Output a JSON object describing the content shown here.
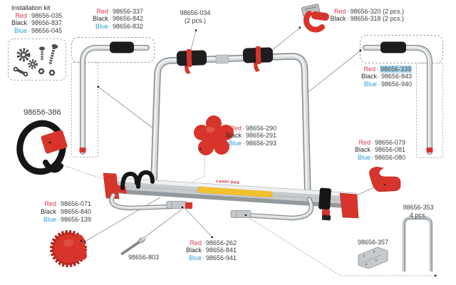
{
  "ui": {
    "sep": "·"
  },
  "colors": {
    "part_red": "#d7352b",
    "label_red": "#d6394e",
    "label_blue": "#2da2d4",
    "label_black": "#2e2e2e",
    "number_gray": "#3d3d3d",
    "highlight_blue": "#a8d8ee",
    "sticker_yellow": "#f2c12e"
  },
  "labels": {
    "kit": {
      "title": "Installation kit",
      "rows": [
        {
          "color": "Red",
          "number": "98656-035"
        },
        {
          "color": "Black",
          "number": "98656-837"
        },
        {
          "color": "Blue",
          "number": "98656-045"
        }
      ]
    },
    "g337": {
      "rows": [
        {
          "color": "Red",
          "number": "98656-337"
        },
        {
          "color": "Black",
          "number": "98656-842"
        },
        {
          "color": "Blue",
          "number": "98656-832"
        }
      ]
    },
    "g034": {
      "line1": "98656-034",
      "line2": "(2 pcs.)"
    },
    "g320": {
      "rows": [
        {
          "color": "Red",
          "number": "98656-320 (2 pcs.)"
        },
        {
          "color": "Black",
          "number": "98656-318 (2 pcs.)"
        }
      ]
    },
    "g339": {
      "rows": [
        {
          "color": "Red",
          "number": "98656-339",
          "highlighted": true
        },
        {
          "color": "Black",
          "number": "98656-843"
        },
        {
          "color": "Blue",
          "number": "98656-940"
        }
      ]
    },
    "g386": {
      "number": "98656-386"
    },
    "g290": {
      "rows": [
        {
          "color": "Red",
          "number": "98656-290"
        },
        {
          "color": "Black",
          "number": "98656-291"
        },
        {
          "color": "Blue",
          "number": "98656-293"
        }
      ]
    },
    "g079": {
      "rows": [
        {
          "color": "Red",
          "number": "98656-079"
        },
        {
          "color": "Black",
          "number": "98656-081"
        },
        {
          "color": "Blue",
          "number": "98656-080"
        }
      ]
    },
    "g071": {
      "rows": [
        {
          "color": "Red",
          "number": "98656-071"
        },
        {
          "color": "Black",
          "number": "98656-840"
        },
        {
          "color": "Blue",
          "number": "98656-139"
        }
      ]
    },
    "g803": {
      "number": "98656-803"
    },
    "g262": {
      "rows": [
        {
          "color": "Red",
          "number": "98656-262"
        },
        {
          "color": "Black",
          "number": "98656-841"
        },
        {
          "color": "Blue",
          "number": "98656-941"
        }
      ]
    },
    "g353": {
      "line1": "98656-353",
      "line2": "4 pcs."
    },
    "g357": {
      "number": "98656-357"
    }
  },
  "sticker": {
    "text": "CARRY BIKE"
  }
}
